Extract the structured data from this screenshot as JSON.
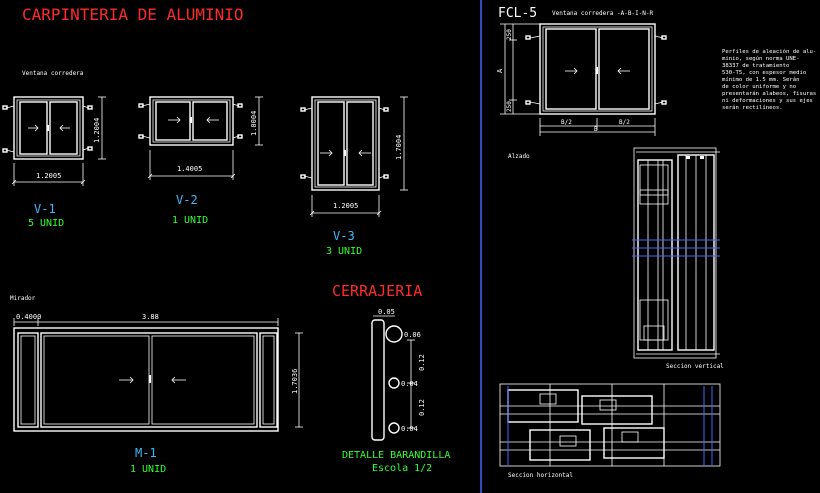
{
  "left_sheet": {
    "title": "CARPINTERIA   DE   ALUMINIO",
    "subtitle": "Ventana corredera",
    "windows": [
      {
        "code": "V-1",
        "units": "5 UNID",
        "width": "1.2005",
        "height": "1.2004"
      },
      {
        "code": "V-2",
        "units": "1 UNID",
        "width": "1.4005",
        "height": "1.0004"
      },
      {
        "code": "V-3",
        "units": "3 UNID",
        "width": "1.2005",
        "height": "1.7004"
      }
    ],
    "door": {
      "label": "Mirador",
      "code": "M-1",
      "units": "1 UNID",
      "width": "3.88",
      "side": "0.4000",
      "height": "1.7036"
    },
    "railing": {
      "title": "CERRAJERIA",
      "top": "0.05",
      "d1": "0.06",
      "d2": "0.04",
      "d3": "0.04",
      "s1": "0.12",
      "s2": "0.12",
      "caption": "DETALLE BARANDILLA",
      "scale": "Escola 1/2"
    }
  },
  "right_sheet": {
    "title": "FCL-5",
    "subtitle": "Ventana corredera -A-B-I-N-R",
    "dims": {
      "a": "A",
      "b": "B",
      "half1": "B/2",
      "half2": "B/2",
      "top": "250",
      "bottom": "250"
    },
    "notes": [
      "Perfiles de aleación de alu-",
      "minio, según norma UNE-",
      "38337 de tratamiento",
      "530-T5, con espesor medio",
      "mínimo de 1.5 mm. Serán",
      "de color uniforme y no",
      "presentarán alabeos, fisuras",
      "ni deformaciones y sus ejes",
      "serán rectilíneos."
    ],
    "elevation_label": "Alzado",
    "vertical_section": "Seccion vertical",
    "horizontal_section": "Seccion horizontal"
  }
}
